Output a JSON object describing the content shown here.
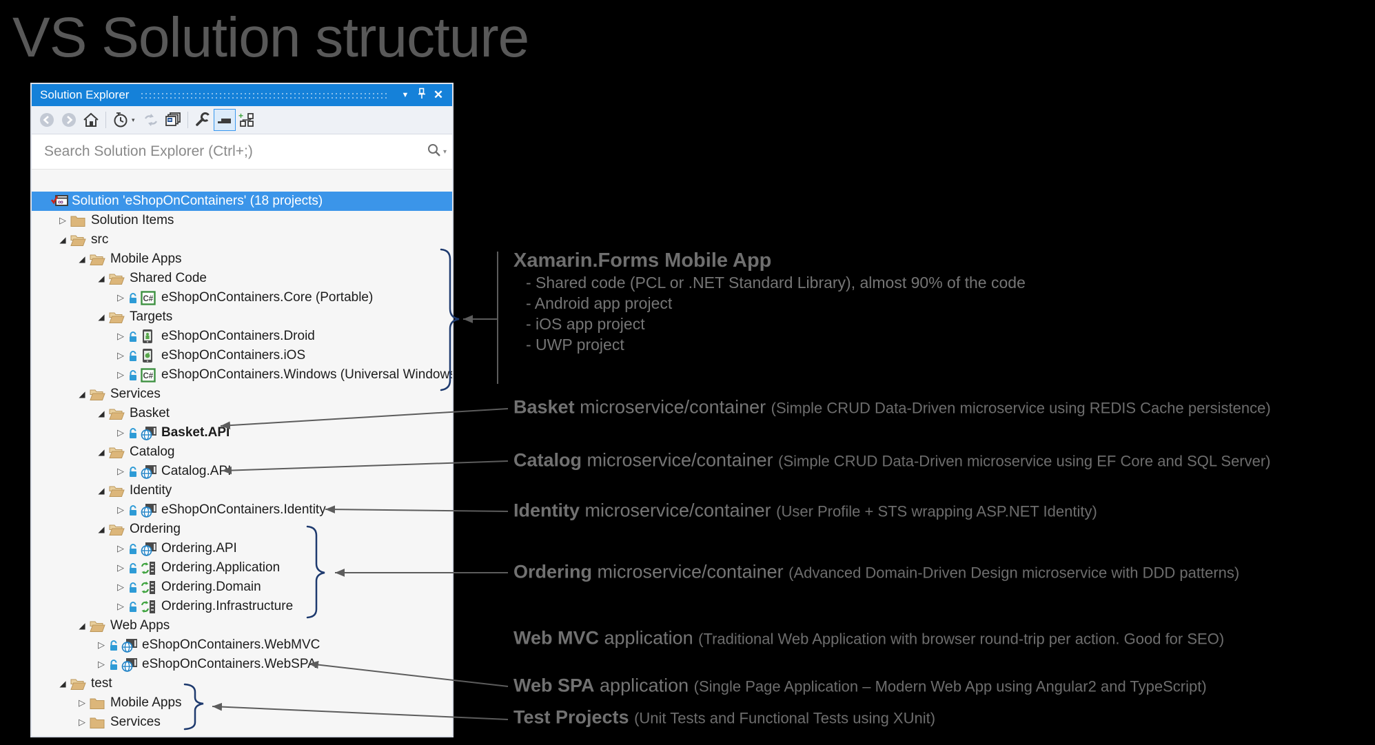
{
  "page": {
    "title": "VS Solution structure"
  },
  "panel": {
    "title": "Solution Explorer",
    "titlebar_icons": [
      "window-position-caret-icon",
      "pin-icon",
      "close-icon"
    ],
    "toolbar_icons": [
      "back-icon",
      "forward-icon",
      "home-icon",
      "pending-changes-filter-icon",
      "sync-icon",
      "collapse-all-icon",
      "properties-wrench-icon",
      "show-all-files-icon",
      "sync-with-active-document-icon"
    ],
    "search": {
      "placeholder": "Search Solution Explorer (Ctrl+;)"
    }
  },
  "tree": {
    "rows": [
      {
        "label": "Solution 'eShopOnContainers' (18 projects)",
        "level": 0,
        "expander": "none",
        "icon": "solution",
        "lock": false,
        "bold": false,
        "selected": true
      },
      {
        "label": "Solution Items",
        "level": 1,
        "expander": "closed",
        "icon": "folder-closed",
        "lock": false,
        "bold": false,
        "selected": false
      },
      {
        "label": "src",
        "level": 1,
        "expander": "open",
        "icon": "folder-open",
        "lock": false,
        "bold": false,
        "selected": false
      },
      {
        "label": "Mobile Apps",
        "level": 2,
        "expander": "open",
        "icon": "folder-open",
        "lock": false,
        "bold": false,
        "selected": false
      },
      {
        "label": "Shared Code",
        "level": 3,
        "expander": "open",
        "icon": "folder-open",
        "lock": false,
        "bold": false,
        "selected": false
      },
      {
        "label": "eShopOnContainers.Core (Portable)",
        "level": 4,
        "expander": "closed",
        "icon": "csharp",
        "lock": true,
        "bold": false,
        "selected": false
      },
      {
        "label": "Targets",
        "level": 3,
        "expander": "open",
        "icon": "folder-open",
        "lock": false,
        "bold": false,
        "selected": false
      },
      {
        "label": "eShopOnContainers.Droid",
        "level": 4,
        "expander": "closed",
        "icon": "droid",
        "lock": true,
        "bold": false,
        "selected": false
      },
      {
        "label": "eShopOnContainers.iOS",
        "level": 4,
        "expander": "closed",
        "icon": "ios",
        "lock": true,
        "bold": false,
        "selected": false
      },
      {
        "label": "eShopOnContainers.Windows (Universal Windows)",
        "level": 4,
        "expander": "closed",
        "icon": "csharp",
        "lock": true,
        "bold": false,
        "selected": false
      },
      {
        "label": "Services",
        "level": 2,
        "expander": "open",
        "icon": "folder-open",
        "lock": false,
        "bold": false,
        "selected": false
      },
      {
        "label": "Basket",
        "level": 3,
        "expander": "open",
        "icon": "folder-open",
        "lock": false,
        "bold": false,
        "selected": false
      },
      {
        "label": "Basket.API",
        "level": 4,
        "expander": "closed",
        "icon": "web",
        "lock": true,
        "bold": true,
        "selected": false
      },
      {
        "label": "Catalog",
        "level": 3,
        "expander": "open",
        "icon": "folder-open",
        "lock": false,
        "bold": false,
        "selected": false
      },
      {
        "label": "Catalog.API",
        "level": 4,
        "expander": "closed",
        "icon": "web",
        "lock": true,
        "bold": false,
        "selected": false
      },
      {
        "label": "Identity",
        "level": 3,
        "expander": "open",
        "icon": "folder-open",
        "lock": false,
        "bold": false,
        "selected": false
      },
      {
        "label": "eShopOnContainers.Identity",
        "level": 4,
        "expander": "closed",
        "icon": "web",
        "lock": true,
        "bold": false,
        "selected": false
      },
      {
        "label": "Ordering",
        "level": 3,
        "expander": "open",
        "icon": "folder-open",
        "lock": false,
        "bold": false,
        "selected": false
      },
      {
        "label": "Ordering.API",
        "level": 4,
        "expander": "closed",
        "icon": "web",
        "lock": true,
        "bold": false,
        "selected": false
      },
      {
        "label": "Ordering.Application",
        "level": 4,
        "expander": "closed",
        "icon": "lib",
        "lock": true,
        "bold": false,
        "selected": false
      },
      {
        "label": "Ordering.Domain",
        "level": 4,
        "expander": "closed",
        "icon": "lib",
        "lock": true,
        "bold": false,
        "selected": false
      },
      {
        "label": "Ordering.Infrastructure",
        "level": 4,
        "expander": "closed",
        "icon": "lib",
        "lock": true,
        "bold": false,
        "selected": false
      },
      {
        "label": "Web Apps",
        "level": 2,
        "expander": "open",
        "icon": "folder-open",
        "lock": false,
        "bold": false,
        "selected": false
      },
      {
        "label": "eShopOnContainers.WebMVC",
        "level": 3,
        "expander": "closed",
        "icon": "web",
        "lock": true,
        "bold": false,
        "selected": false
      },
      {
        "label": "eShopOnContainers.WebSPA",
        "level": 3,
        "expander": "closed",
        "icon": "web",
        "lock": true,
        "bold": false,
        "selected": false
      },
      {
        "label": "test",
        "level": 1,
        "expander": "open",
        "icon": "folder-open",
        "lock": false,
        "bold": false,
        "selected": false
      },
      {
        "label": "Mobile Apps",
        "level": 2,
        "expander": "closed",
        "icon": "folder-closed",
        "lock": false,
        "bold": false,
        "selected": false
      },
      {
        "label": "Services",
        "level": 2,
        "expander": "closed",
        "icon": "folder-closed",
        "lock": false,
        "bold": false,
        "selected": false
      }
    ]
  },
  "annotations": {
    "xamarin": {
      "heading": "Xamarin.Forms Mobile App",
      "bullets": [
        "- Shared code (PCL or .NET Standard Library), almost 90% of the code",
        "- Android app project",
        "- iOS app project",
        "- UWP project"
      ]
    },
    "items": [
      {
        "bold": "Basket",
        "mid": " microservice/container ",
        "paren": "(Simple CRUD Data-Driven microservice using REDIS Cache persistence)"
      },
      {
        "bold": "Catalog",
        "mid": " microservice/container ",
        "paren": "(Simple CRUD Data-Driven microservice using EF Core and SQL Server)"
      },
      {
        "bold": "Identity",
        "mid": " microservice/container ",
        "paren": "(User Profile + STS wrapping ASP.NET Identity)"
      },
      {
        "bold": "Ordering",
        "mid": " microservice/container ",
        "paren": "(Advanced Domain-Driven Design microservice with DDD patterns)"
      },
      {
        "bold": "Web MVC",
        "mid": " application ",
        "paren": "(Traditional Web Application with browser round-trip per action. Good for SEO)"
      },
      {
        "bold": "Web SPA",
        "mid": " application ",
        "paren": "(Single Page Application – Modern Web App using Angular2 and TypeScript)"
      },
      {
        "bold": "Test Projects",
        "mid": " ",
        "paren": "(Unit Tests and Functional Tests using XUnit)"
      }
    ]
  },
  "colors": {
    "panel_title_bg": "#1581d9",
    "selection_bg": "#3b95e9",
    "folder": "#dcb67a",
    "brace": "#1e3a6e",
    "connector": "#5c5c5c",
    "annotation_text": "#757575"
  }
}
